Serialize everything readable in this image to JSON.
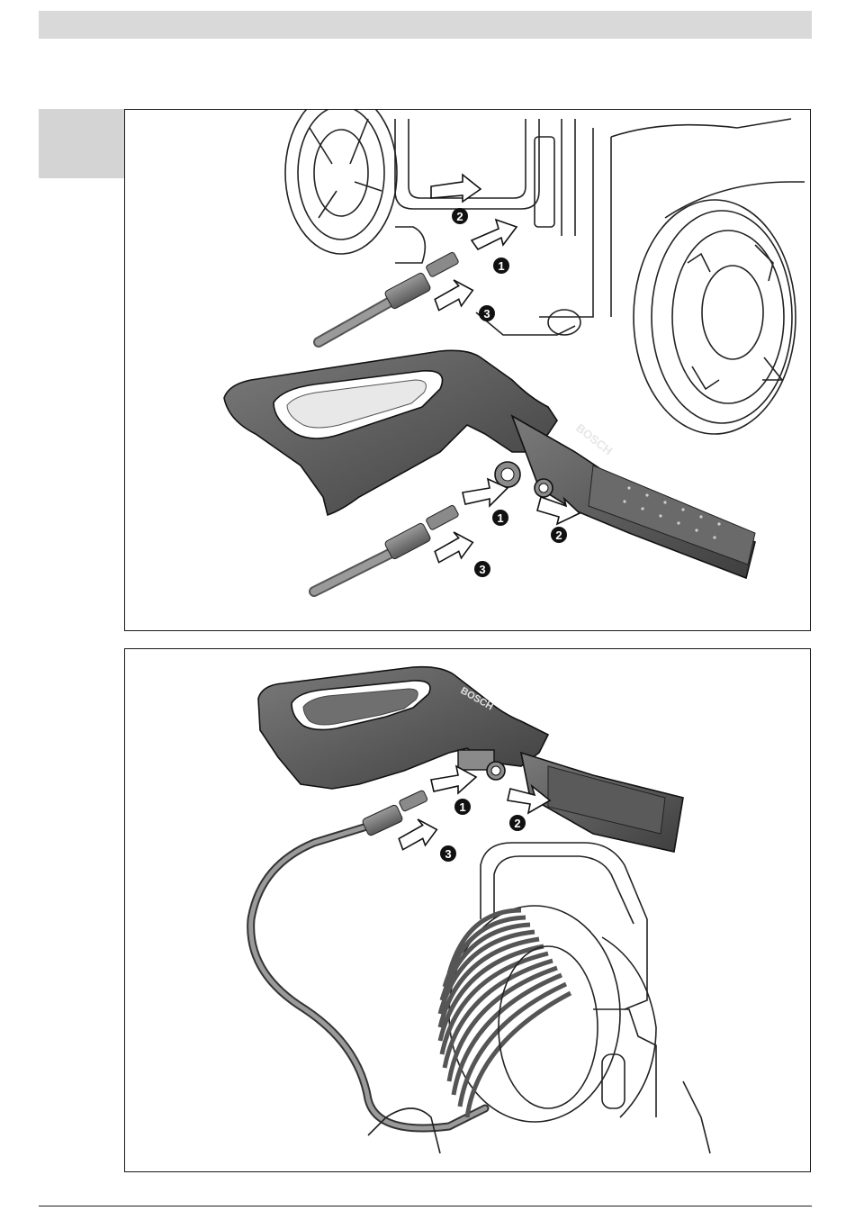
{
  "figure_top": {
    "brand_logo": "BOSCH",
    "steps": [
      "1",
      "2",
      "3"
    ]
  },
  "figure_bottom": {
    "brand_logo": "BOSCH",
    "steps": [
      "1",
      "2",
      "3"
    ]
  }
}
